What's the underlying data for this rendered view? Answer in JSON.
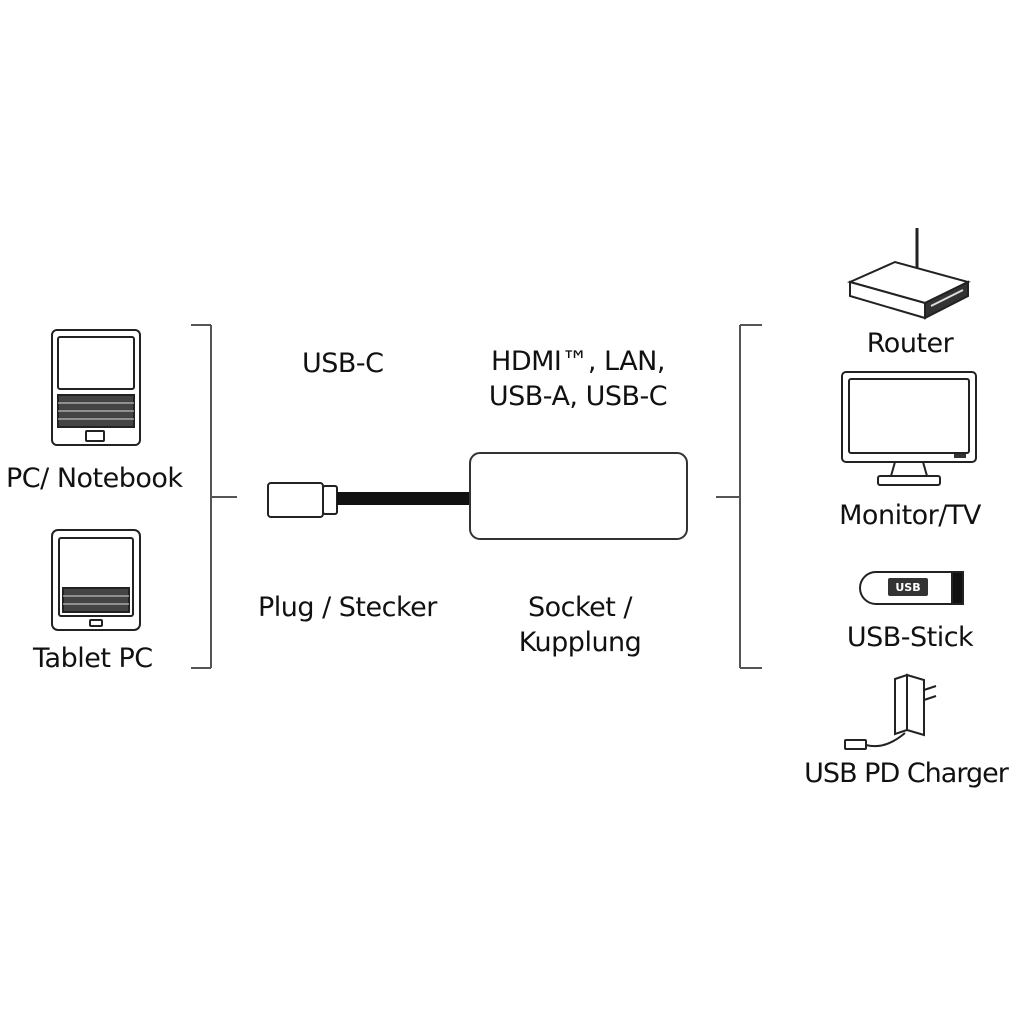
{
  "source_devices": {
    "notebook_label": "PC/ Notebook",
    "tablet_label": "Tablet PC"
  },
  "adapter": {
    "plug_type": "USB-C",
    "socket_types_line1": "HDMI™, LAN,",
    "socket_types_line2": "USB-A, USB-C",
    "plug_label": "Plug / Stecker",
    "socket_label_line1": "Socket /",
    "socket_label_line2": "Kupplung"
  },
  "target_devices": {
    "router_label": "Router",
    "monitor_label": "Monitor/TV",
    "usb_stick_label": "USB-Stick",
    "usb_stick_marking": "USB",
    "charger_label": "USB PD Charger"
  }
}
